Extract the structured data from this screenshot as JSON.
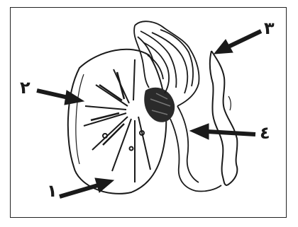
{
  "diagram": {
    "labels": [
      {
        "id": "1",
        "text": "١"
      },
      {
        "id": "2",
        "text": "٢"
      },
      {
        "id": "3",
        "text": "٣"
      },
      {
        "id": "4",
        "text": "٤"
      }
    ],
    "parts": [
      "cone-scale-icon",
      "ridged-tissue-icon",
      "elongated-strip-icon"
    ],
    "ink_color": "#1a1a1a"
  }
}
